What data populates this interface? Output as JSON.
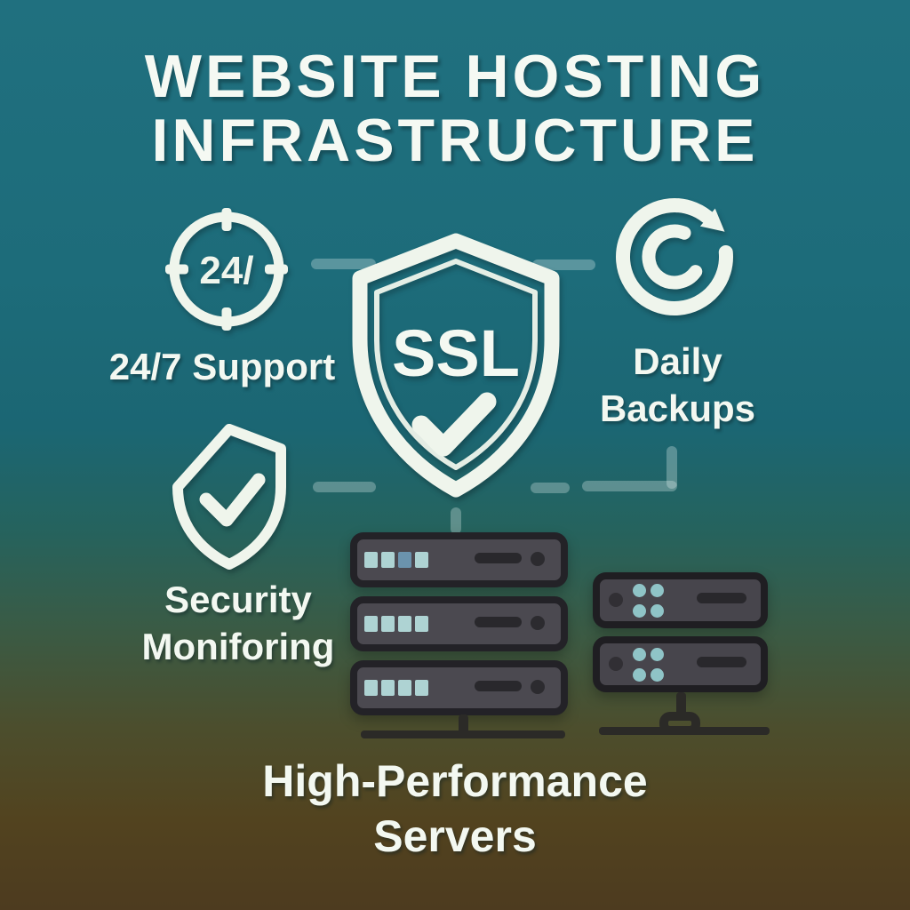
{
  "title": {
    "line1": "WEBSITE HOSTING",
    "line2": "INFRASTRUCTURE"
  },
  "features": {
    "support": {
      "icon": "clock-24-icon",
      "icon_text": "24/",
      "label": "24/7 Support"
    },
    "ssl": {
      "icon": "ssl-shield-check-icon",
      "badge_text": "SSL"
    },
    "backups": {
      "icon": "refresh-arrows-icon",
      "label_line1": "Daily",
      "label_line2": "Backups"
    },
    "security": {
      "icon": "shield-check-icon",
      "label_line1": "Security",
      "label_line2": "Moniforing"
    },
    "servers": {
      "icon": "server-rack-icon",
      "label_line1": "High-Performance",
      "label_line2": "Servers"
    }
  },
  "colors": {
    "background_top": "#20707f",
    "background_bottom": "#4d3b1f",
    "icon_cream": "#eff5ec",
    "text_white": "#f5f9f3",
    "connector": "rgba(233,246,241,0.30)",
    "server_body": "#4b4950",
    "server_border": "#232227",
    "led_teal": "#aed3d3",
    "led_blue": "#6b93ad",
    "dot_teal": "#8fc4c7",
    "slot_dark": "#29282c",
    "stand_dark": "#2b2a27"
  }
}
